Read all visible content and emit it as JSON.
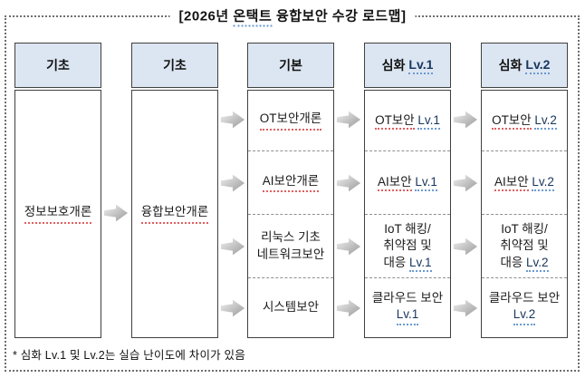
{
  "title": {
    "prefix": "[2026년 ",
    "highlight": "온택트",
    "suffix": " 융합보안 수강 로드맵]"
  },
  "footnote": "* 심화 Lv.1 및 Lv.2는 실습 난이도에 차이가 있음",
  "colors": {
    "header_fill": "#dce6f2",
    "box_border": "#404040",
    "level_text_blue": "#17365d",
    "spellcheck_red": "#e06060",
    "spellcheck_blue": "#6b9bd2",
    "arrow_gradient_from": "#efefef",
    "arrow_gradient_to": "#9a9a9a"
  },
  "columns": [
    {
      "id": "basic-1",
      "header": {
        "label": "기초"
      },
      "cells": [
        {
          "name": "정보보호개론"
        }
      ]
    },
    {
      "id": "basic-2",
      "header": {
        "label": "기초"
      },
      "cells": [
        {
          "name": "융합보안개론"
        }
      ]
    },
    {
      "id": "fundamental",
      "header": {
        "label": "기본"
      },
      "cells": [
        {
          "name": "OT보안개론"
        },
        {
          "name": "AI보안개론"
        },
        {
          "line1": "리눅스 기초",
          "line2": "네트워크보안"
        },
        {
          "name": "시스템보안"
        }
      ]
    },
    {
      "id": "advanced-lv1",
      "header": {
        "label": "심화",
        "level": "Lv.1"
      },
      "cells": [
        {
          "name": "OT보안",
          "level": "Lv.1"
        },
        {
          "name": "AI보안",
          "level": "Lv.1"
        },
        {
          "line1": "IoT 해킹/",
          "line2": "취약점 및",
          "line3": "대응",
          "level": "Lv.1"
        },
        {
          "line1": "클라우드 보안",
          "level": "Lv.1"
        }
      ]
    },
    {
      "id": "advanced-lv2",
      "header": {
        "label": "심화",
        "level": "Lv.2"
      },
      "cells": [
        {
          "name": "OT보안",
          "level": "Lv.2"
        },
        {
          "name": "AI보안",
          "level": "Lv.2"
        },
        {
          "line1": "IoT 해킹/",
          "line2": "취약점 및",
          "line3": "대응",
          "level": "Lv.2"
        },
        {
          "line1": "클라우드 보안",
          "level": "Lv.2"
        }
      ]
    }
  ],
  "icons": {
    "arrow": "right-block-arrow"
  }
}
